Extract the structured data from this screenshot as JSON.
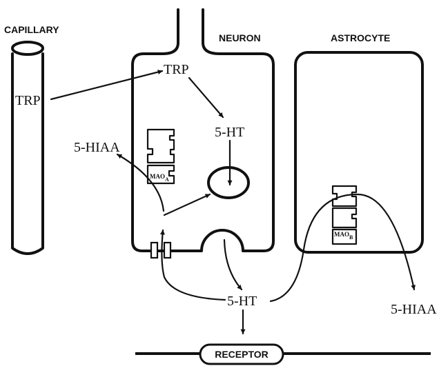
{
  "labels": {
    "capillary": "CAPILLARY",
    "neuron": "NEURON",
    "astrocyte": "ASTROCYTE",
    "receptor": "RECEPTOR",
    "trp_capillary": "TRP",
    "trp_neuron": "TRP",
    "ht_neuron": "5-HT",
    "hiaa_left": "5-HIAA",
    "ht_synapse": "5-HT",
    "hiaa_right": "5-HIAA"
  },
  "enzymes": {
    "neuron": {
      "main": "MAO",
      "sub": "A"
    },
    "astrocyte": {
      "main": "MAO",
      "sub": "B"
    }
  }
}
